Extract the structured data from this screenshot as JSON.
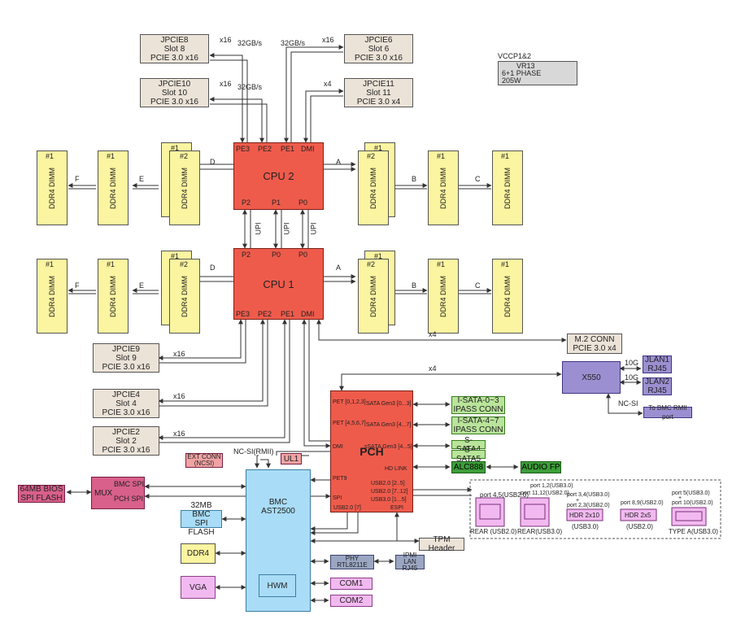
{
  "vr": {
    "line1": "VCCP1&2",
    "line2": "VR13",
    "line3": "6+1 PHASE",
    "line4": "205W"
  },
  "cpu2": {
    "title": "CPU 2",
    "pe3": "PE3",
    "pe2": "PE2",
    "pe1": "PE1",
    "dmi": "DMI",
    "p2": "P2",
    "p1": "P1",
    "p0": "P0"
  },
  "cpu1": {
    "title": "CPU 1",
    "pe3": "PE3",
    "pe2": "PE2",
    "pe1": "PE1",
    "dmi": "DMI",
    "p2": "P2",
    "p0a": "P0",
    "p0b": "P0"
  },
  "upi": "UPI",
  "slots_top": [
    {
      "l1": "JPCIE8",
      "l2": "Slot 8",
      "l3": "PCIE 3.0 x16"
    },
    {
      "l1": "JPCIE10",
      "l2": "Slot 10",
      "l3": "PCIE 3.0 x16"
    },
    {
      "l1": "JPCIE6",
      "l2": "Slot 6",
      "l3": "PCIE 3.0 x16"
    },
    {
      "l1": "JPCIE11",
      "l2": "Slot 11",
      "l3": "PCIE 3.0 x4"
    }
  ],
  "slots_bottom": [
    {
      "l1": "JPCIE9",
      "l2": "Slot 9",
      "l3": "PCIE 3.0 x16"
    },
    {
      "l1": "JPCIE4",
      "l2": "Slot 4",
      "l3": "PCIE 3.0 x16"
    },
    {
      "l1": "JPCIE2",
      "l2": "Slot 2",
      "l3": "PCIE 3.0 x16"
    }
  ],
  "labels": {
    "x16": "x16",
    "x4": "x4",
    "gbs": "32GB/s"
  },
  "dimm": {
    "name": "DDR4 DIMM",
    "n1": "#1",
    "n2": "#2"
  },
  "channels": {
    "a": "A",
    "b": "B",
    "c": "C",
    "d": "D",
    "e": "E",
    "f": "F"
  },
  "m2": {
    "l1": "M.2  CONN",
    "l2": "PCIE 3.0 x4"
  },
  "x550": "X550",
  "jlan1": {
    "l1": "JLAN1",
    "l2": "RJ45"
  },
  "jlan2": {
    "l1": "JLAN2",
    "l2": "RJ45"
  },
  "g10": "10G",
  "ncsi": "NC-SI",
  "bmc_rmii": "To BMC RMII port",
  "pch": {
    "title": "PCH",
    "pet0123": "PET [0,1,2,3]",
    "pet4567": "PET [4,5,6,7]",
    "dmi": "DMI",
    "pet9": "PET9",
    "spi": "SPI",
    "sata03": "SATA Gen3 [0...3]",
    "sata47": "SATA Gen3 [4...7]",
    "ssata45": "sSATA Gen3 [4...5]",
    "hdlink": "HD LINK",
    "usb2a": "USB2.0 [2..5]",
    "usb2b": "USB2.0 [7..12]",
    "usb3": "USB3.0 [1...5]",
    "usb27": "USB2.0 [7]",
    "espi": "ESPI"
  },
  "isata03": {
    "l1": "I-SATA-0~3",
    "l2": "IPASS CONN"
  },
  "isata47": {
    "l1": "I-SATA-4~7",
    "l2": "IPASS CONN"
  },
  "ssata4": "S-SATA4",
  "ssata5": "S-SATA5",
  "alc": "ALC888",
  "audio": "AUDIO FP",
  "ncsi_rmii": "NC-SI(RMII)",
  "ext_conn": {
    "l1": "EXT CONN",
    "l2": "(NCSI)"
  },
  "ul1": "UL1",
  "bmc": {
    "l1": "BMC",
    "l2": "AST2500",
    "hwm": "HWM"
  },
  "bios": {
    "l1": "64MB BIOS",
    "l2": "SPI FLASH"
  },
  "mux": "MUX",
  "bmcspi": "BMC SPI",
  "pchspi": "PCH SPI",
  "bmcflash": {
    "l1": "32MB BMC",
    "l2": "SPI FLASH"
  },
  "ddr4": "DDR4",
  "vga": "VGA",
  "tpm": "TPM Header",
  "phy": {
    "l1": "PHY",
    "l2": "RTL8211E"
  },
  "ipmi": {
    "l1": "IPMI LAN",
    "l2": "RJ45"
  },
  "com1": "COM1",
  "com2": "COM2",
  "usb_ports": {
    "p45": "port 4,5(USB2.0)",
    "p12": "port 1,2(USB3.0)",
    "p1112": "port 11,12(USB2.0)",
    "p34": "port 3,4(USB3.0)",
    "plus": "+",
    "p23": "port 2,3(USB2.0)",
    "p89": "port 8,9(USB2.0)",
    "p5": "port 5(USB3.0)",
    "p10": "port 10(USB2.0)",
    "rear2": "REAR (USB2.0)",
    "rear3": "REAR(USB3.0)",
    "hdr210": "HDR 2x10",
    "hdr210s": "(USB3.0)",
    "hdr25": "HDR 2x5",
    "hdr25s": "(USB2.0)",
    "typea": "TYPE A(USB3.0)"
  }
}
